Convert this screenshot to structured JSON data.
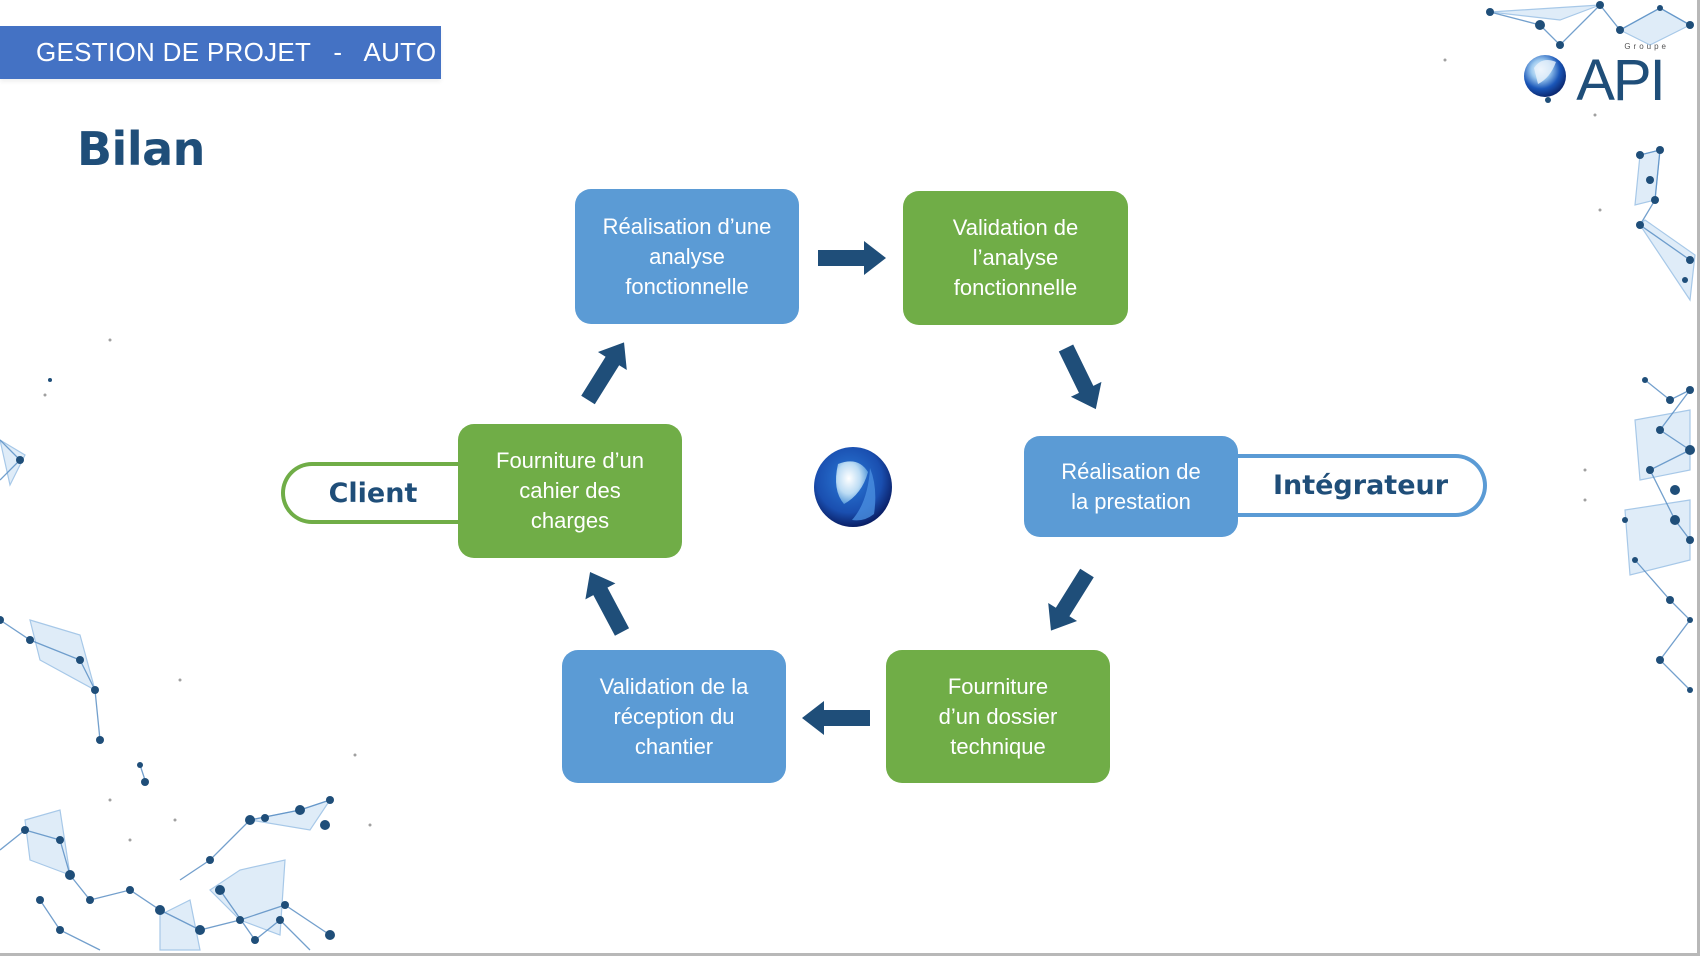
{
  "header": {
    "title": "GESTION DE PROJET   -   AUTO"
  },
  "page": {
    "title": "Bilan"
  },
  "brand": {
    "group_label": "Groupe",
    "name": "API"
  },
  "actors": {
    "client": "Client",
    "integrator": "Intégrateur"
  },
  "colors": {
    "header_bg": "#4472c4",
    "title": "#1f4e79",
    "blue_step": "#5b9bd5",
    "green_step": "#70ad47",
    "arrow": "#1f4e79"
  },
  "cycle": {
    "steps": [
      {
        "id": "step-1",
        "text": "Réalisation d’une analyse fonctionnelle",
        "color": "blue"
      },
      {
        "id": "step-2",
        "text": "Validation de l’analyse fonctionnelle",
        "color": "green"
      },
      {
        "id": "step-3",
        "text": "Réalisation de la prestation",
        "color": "blue",
        "actor": "integrator"
      },
      {
        "id": "step-4",
        "text": "Fourniture d’un dossier technique",
        "color": "green"
      },
      {
        "id": "step-5",
        "text": "Validation de la réception du chantier",
        "color": "blue"
      },
      {
        "id": "step-6",
        "text": "Fourniture d’un cahier des charges",
        "color": "green",
        "actor": "client"
      }
    ],
    "flow": [
      "step-6",
      "step-1",
      "step-2",
      "step-3",
      "step-4",
      "step-5",
      "step-6"
    ]
  }
}
